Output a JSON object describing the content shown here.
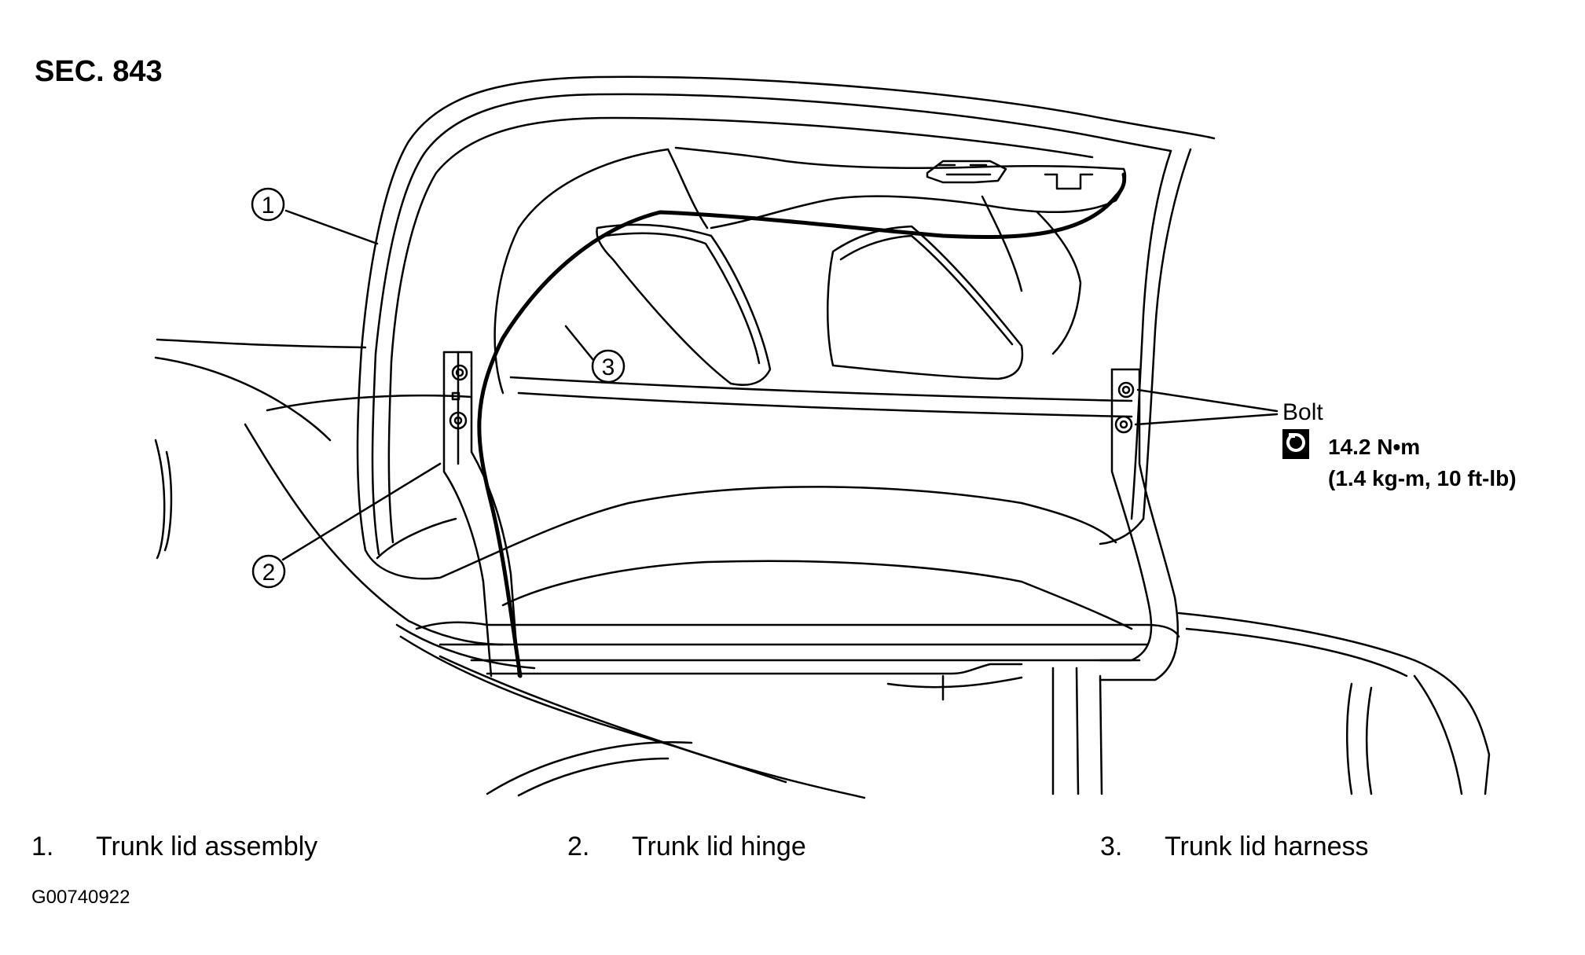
{
  "section": "SEC. 843",
  "callouts": {
    "one": "1",
    "two": "2",
    "three": "3"
  },
  "bolt": {
    "label": "Bolt",
    "torque": "14.2 N•m",
    "torque_alt": "(1.4 kg-m, 10 ft-lb)"
  },
  "legend": [
    {
      "number": "1.",
      "label": "Trunk lid assembly"
    },
    {
      "number": "2.",
      "label": "Trunk lid hinge"
    },
    {
      "number": "3.",
      "label": "Trunk lid harness"
    }
  ],
  "figure_id": "G00740922"
}
